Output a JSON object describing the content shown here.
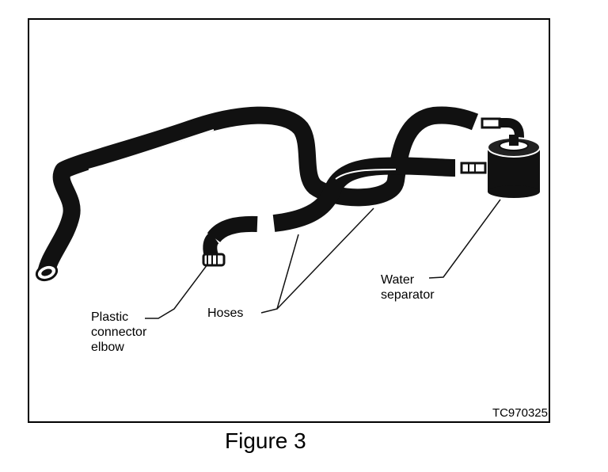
{
  "figure": {
    "caption": "Figure 3",
    "code": "TC970325"
  },
  "labels": {
    "plastic_connector_elbow": "Plastic\nconnector\nelbow",
    "hoses": "Hoses",
    "water_separator": "Water\nseparator"
  }
}
